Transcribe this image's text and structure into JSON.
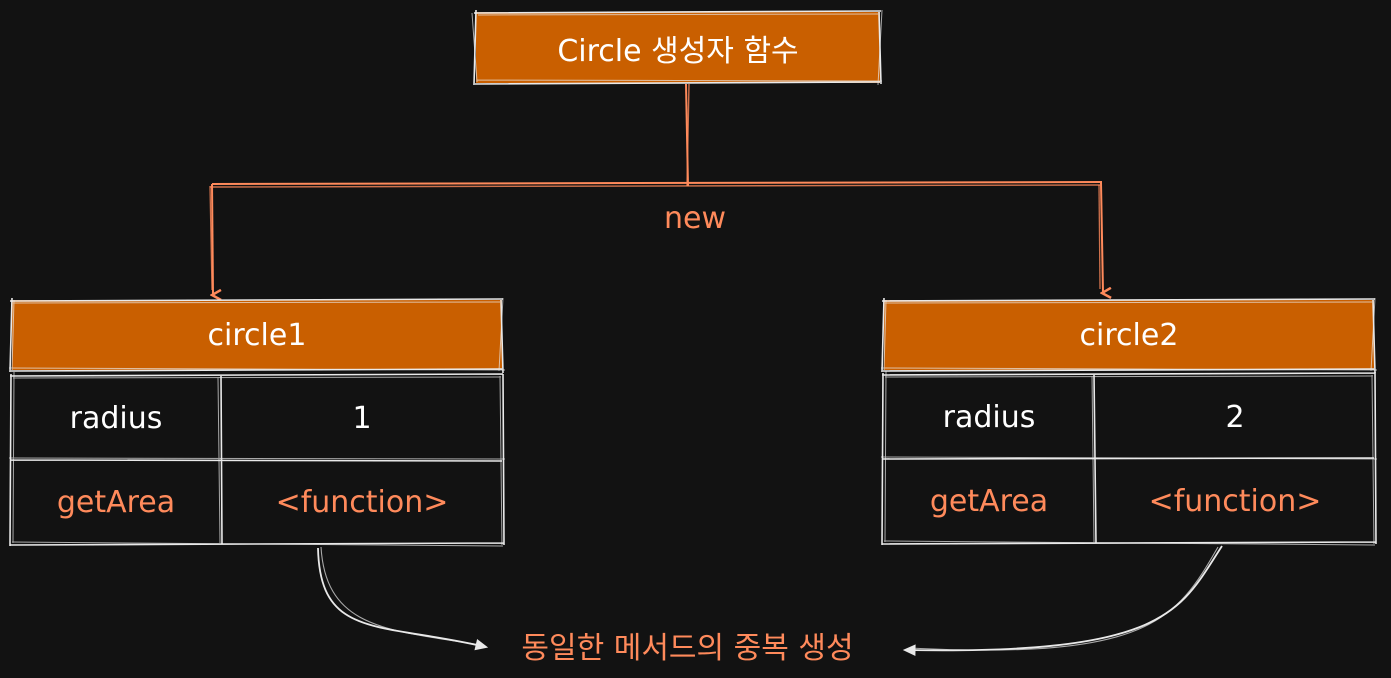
{
  "colors": {
    "background": "#121212",
    "header_fill": "#c95f00",
    "stroke": "#e9e9e9",
    "arrow": "#ff8a5b",
    "accent_text": "#ff8a5b",
    "text": "#ffffff"
  },
  "constructor": {
    "label": "Circle 생성자 함수"
  },
  "edge_label": "new",
  "objects": [
    {
      "name": "circle1",
      "rows": [
        {
          "key": "radius",
          "value": "1"
        },
        {
          "key": "getArea",
          "value": "<function>"
        }
      ]
    },
    {
      "name": "circle2",
      "rows": [
        {
          "key": "radius",
          "value": "2"
        },
        {
          "key": "getArea",
          "value": "<function>"
        }
      ]
    }
  ],
  "annotation": "동일한 메서드의 중복 생성"
}
